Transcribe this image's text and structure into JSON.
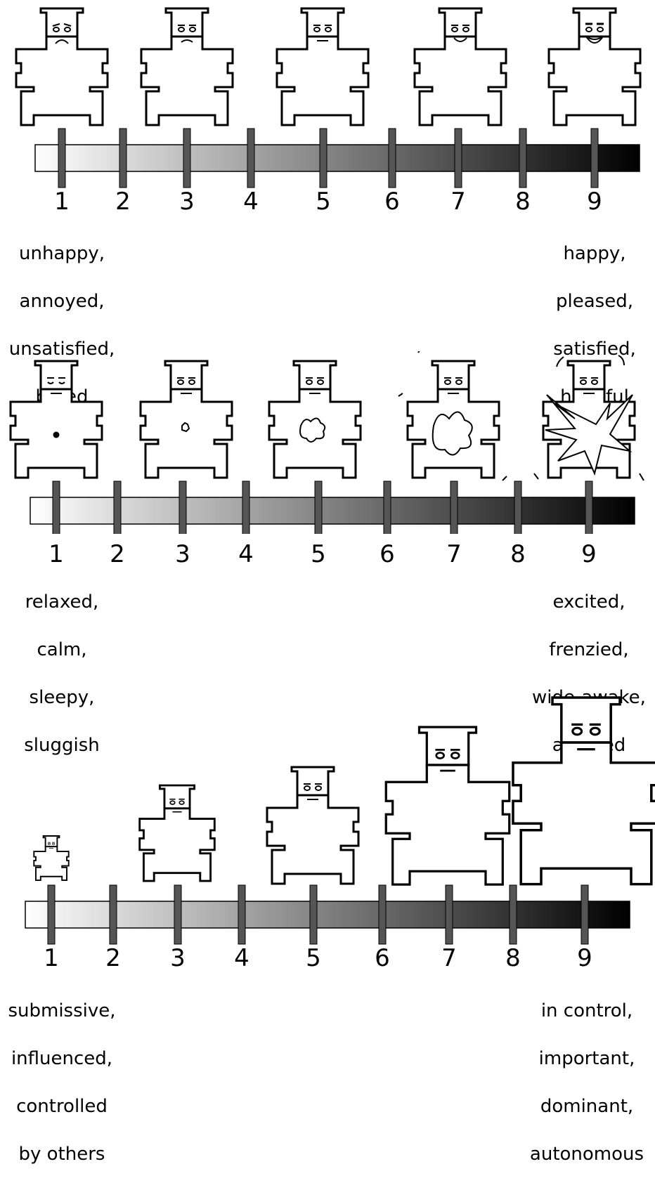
{
  "scales": [
    {
      "id": "valence",
      "ticks": [
        "1",
        "2",
        "3",
        "4",
        "5",
        "6",
        "7",
        "8",
        "9"
      ],
      "left_anchor": [
        "unhappy,",
        "annoyed,",
        "unsatisfied,",
        "bored"
      ],
      "right_anchor": [
        "happy,",
        "pleased,",
        "satisfied,",
        "hopeful"
      ]
    },
    {
      "id": "arousal",
      "ticks": [
        "1",
        "2",
        "3",
        "4",
        "5",
        "6",
        "7",
        "8",
        "9"
      ],
      "left_anchor": [
        "relaxed,",
        "calm,",
        "sleepy,",
        "sluggish"
      ],
      "right_anchor": [
        "excited,",
        "frenzied,",
        "wide-awake,",
        "aroused"
      ]
    },
    {
      "id": "dominance",
      "ticks": [
        "1",
        "2",
        "3",
        "4",
        "5",
        "6",
        "7",
        "8",
        "9"
      ],
      "left_anchor": [
        "submissive,",
        "influenced,",
        "controlled",
        "by others"
      ],
      "right_anchor": [
        "in control,",
        "important,",
        "dominant,",
        "autonomous"
      ]
    }
  ],
  "colors": {
    "bar_start": "#ffffff",
    "bar_end": "#000000",
    "tick": "#555555",
    "outline": "#000000"
  }
}
